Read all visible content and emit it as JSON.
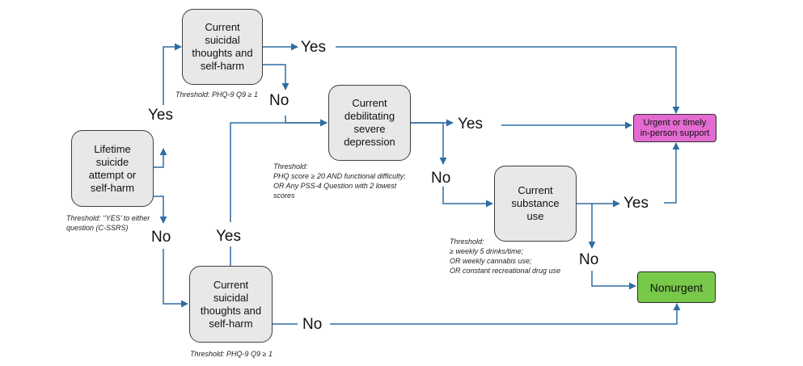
{
  "nodes": {
    "lifetime": "Lifetime\nsuicide\nattempt or\nself-harm",
    "suicidal_top": "Current\nsuicidal\nthoughts and\nself-harm",
    "debilitating": "Current\ndebilitating\nsevere\ndepression",
    "substance": "Current\nsubstance\nuse",
    "suicidal_bottom": "Current\nsuicidal\nthoughts and\nself-harm"
  },
  "outcomes": {
    "urgent": "Urgent or timely\nin-person support",
    "nonurgent": "Nonurgent"
  },
  "edge_labels": {
    "yes": "Yes",
    "no": "No"
  },
  "thresholds": {
    "lifetime": "Threshold: ‘‘YES’ to either\nquestion (C-SSRS)",
    "suicidal_top": "Threshold:  PHQ-9 Q9 ≥ 1",
    "debilitating": "Threshold:\nPHQ score ≥ 20 AND functional difficulty;\nOR Any PSS-4 Question with 2 lowest\nscores",
    "substance": "Threshold:\n≥ weekly 5 drinks/time;\nOR  weekly cannabis use;\nOR  constant recreational drug use",
    "suicidal_bottom": "Threshold:  PHQ-9 Q9 ≥ 1"
  },
  "colors": {
    "arrow": "#2e6da4",
    "node_fill": "#e8e8e8",
    "urgent_fill": "#e36ad0",
    "nonurgent_fill": "#78c84a"
  }
}
